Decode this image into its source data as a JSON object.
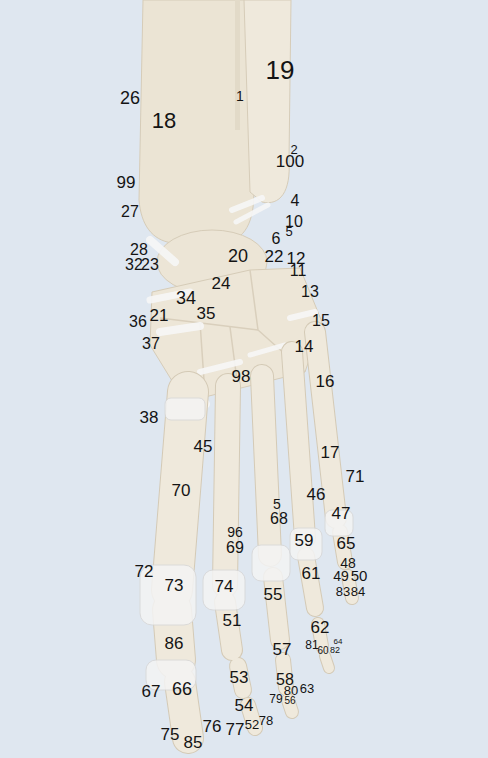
{
  "diagram": {
    "labels": [
      "19",
      "26",
      "18",
      "1",
      "2",
      "100",
      "99",
      "4",
      "27",
      "10",
      "5",
      "6",
      "28",
      "20",
      "22",
      "12",
      "32",
      "23",
      "11",
      "24",
      "13",
      "34",
      "35",
      "21",
      "15",
      "36",
      "14",
      "37",
      "98",
      "16",
      "38",
      "45",
      "17",
      "71",
      "70",
      "46",
      "5",
      "68",
      "47",
      "96",
      "59",
      "65",
      "69",
      "72",
      "48",
      "49",
      "50",
      "61",
      "73",
      "74",
      "83",
      "84",
      "55",
      "51",
      "62",
      "86",
      "81",
      "64",
      "60",
      "82",
      "57",
      "53",
      "58",
      "80",
      "63",
      "67",
      "66",
      "79",
      "56",
      "54",
      "78",
      "52",
      "76",
      "77",
      "75",
      "85"
    ]
  }
}
